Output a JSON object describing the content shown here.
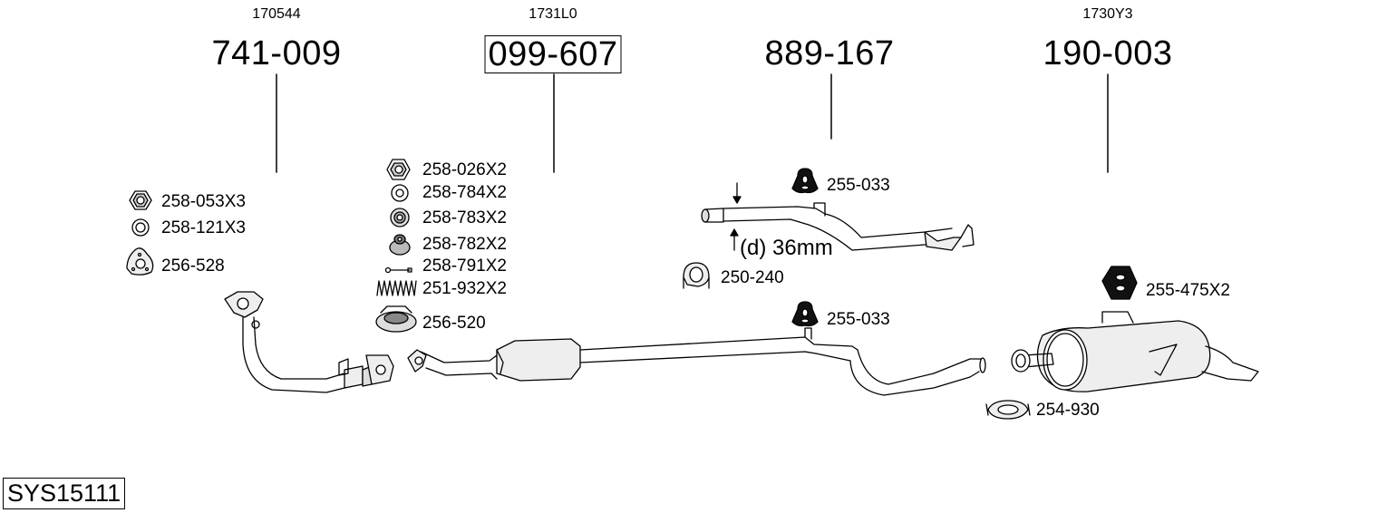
{
  "diagram": {
    "system_code": "SYS15111",
    "sections": [
      {
        "oem": "170544",
        "part": "741-009"
      },
      {
        "oem": "1731L0",
        "part": "099-607"
      },
      {
        "oem": "",
        "part": "889-167"
      },
      {
        "oem": "1730Y3",
        "part": "190-003"
      }
    ],
    "accessories": {
      "a1": "258-053X3",
      "a2": "258-121X3",
      "a3": "256-528",
      "b1": "258-026X2",
      "b2": "258-784X2",
      "b3": "258-783X2",
      "b4": "258-782X2",
      "b5": "258-791X2",
      "b6": "251-932X2",
      "b7": "256-520",
      "c1": "255-033",
      "c2": "250-240",
      "c3": "255-033",
      "d1": "255-475X2",
      "d2": "254-930"
    },
    "dimension_note": "(d) 36mm",
    "icons": [
      "hex-nut-icon",
      "washer-icon",
      "gasket-icon",
      "bolt-icon",
      "spring-icon",
      "flange-ring-icon",
      "rubber-hanger-icon",
      "clamp-icon",
      "arrow-icon"
    ]
  }
}
